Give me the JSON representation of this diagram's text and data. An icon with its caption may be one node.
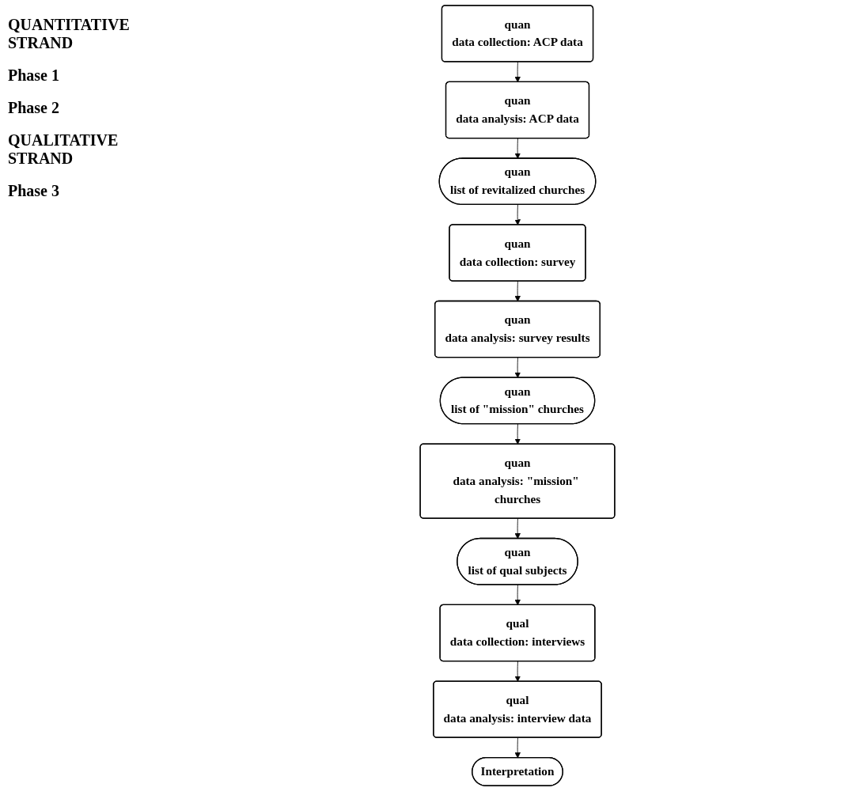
{
  "diagram": {
    "nodes": [
      {
        "text": [
          "quan",
          "data collection: ACP data"
        ]
      },
      {
        "text": [
          "quan",
          "data analysis: ACP data"
        ]
      },
      {
        "text": [
          "quan",
          "list of revitalized churches"
        ]
      },
      {
        "text": [
          "quan",
          "data collection: survey"
        ]
      },
      {
        "text": [
          "quan",
          "data analysis: survey results"
        ]
      },
      {
        "text": [
          "quan",
          "list of \"mission\" churches"
        ]
      },
      {
        "text": [
          "quan",
          "data analysis: \"mission\" churches"
        ]
      },
      {
        "text": [
          "quan",
          "list of qual subjects"
        ]
      },
      {
        "text": [
          "qual",
          "data collection: interviews"
        ]
      },
      {
        "text": [
          "qual",
          "data analysis: interview data"
        ]
      },
      {
        "text": [
          "Interpretation"
        ]
      }
    ],
    "edges": [
      {
        "from": 0,
        "to": 1,
        "arrow": "to"
      },
      {
        "from": 1,
        "to": 2,
        "arrow": "to"
      },
      {
        "from": 2,
        "to": 3,
        "arrow": "to"
      },
      {
        "from": 3,
        "to": 4,
        "arrow": "to"
      },
      {
        "from": 4,
        "to": 5,
        "arrow": "to"
      },
      {
        "from": 5,
        "to": 6,
        "arrow": "to"
      },
      {
        "from": 6,
        "to": 7,
        "arrow": "to"
      },
      {
        "from": 7,
        "to": 8,
        "arrow": "to"
      },
      {
        "from": 8,
        "to": 9,
        "arrow": "to"
      },
      {
        "from": 9,
        "to": 10,
        "arrow": "to"
      }
    ],
    "labels": [
      "QUANTITATIVE STRAND",
      "Phase 1",
      "Phase 2",
      "QUALITATIVE STRAND",
      "Phase 3"
    ]
  }
}
